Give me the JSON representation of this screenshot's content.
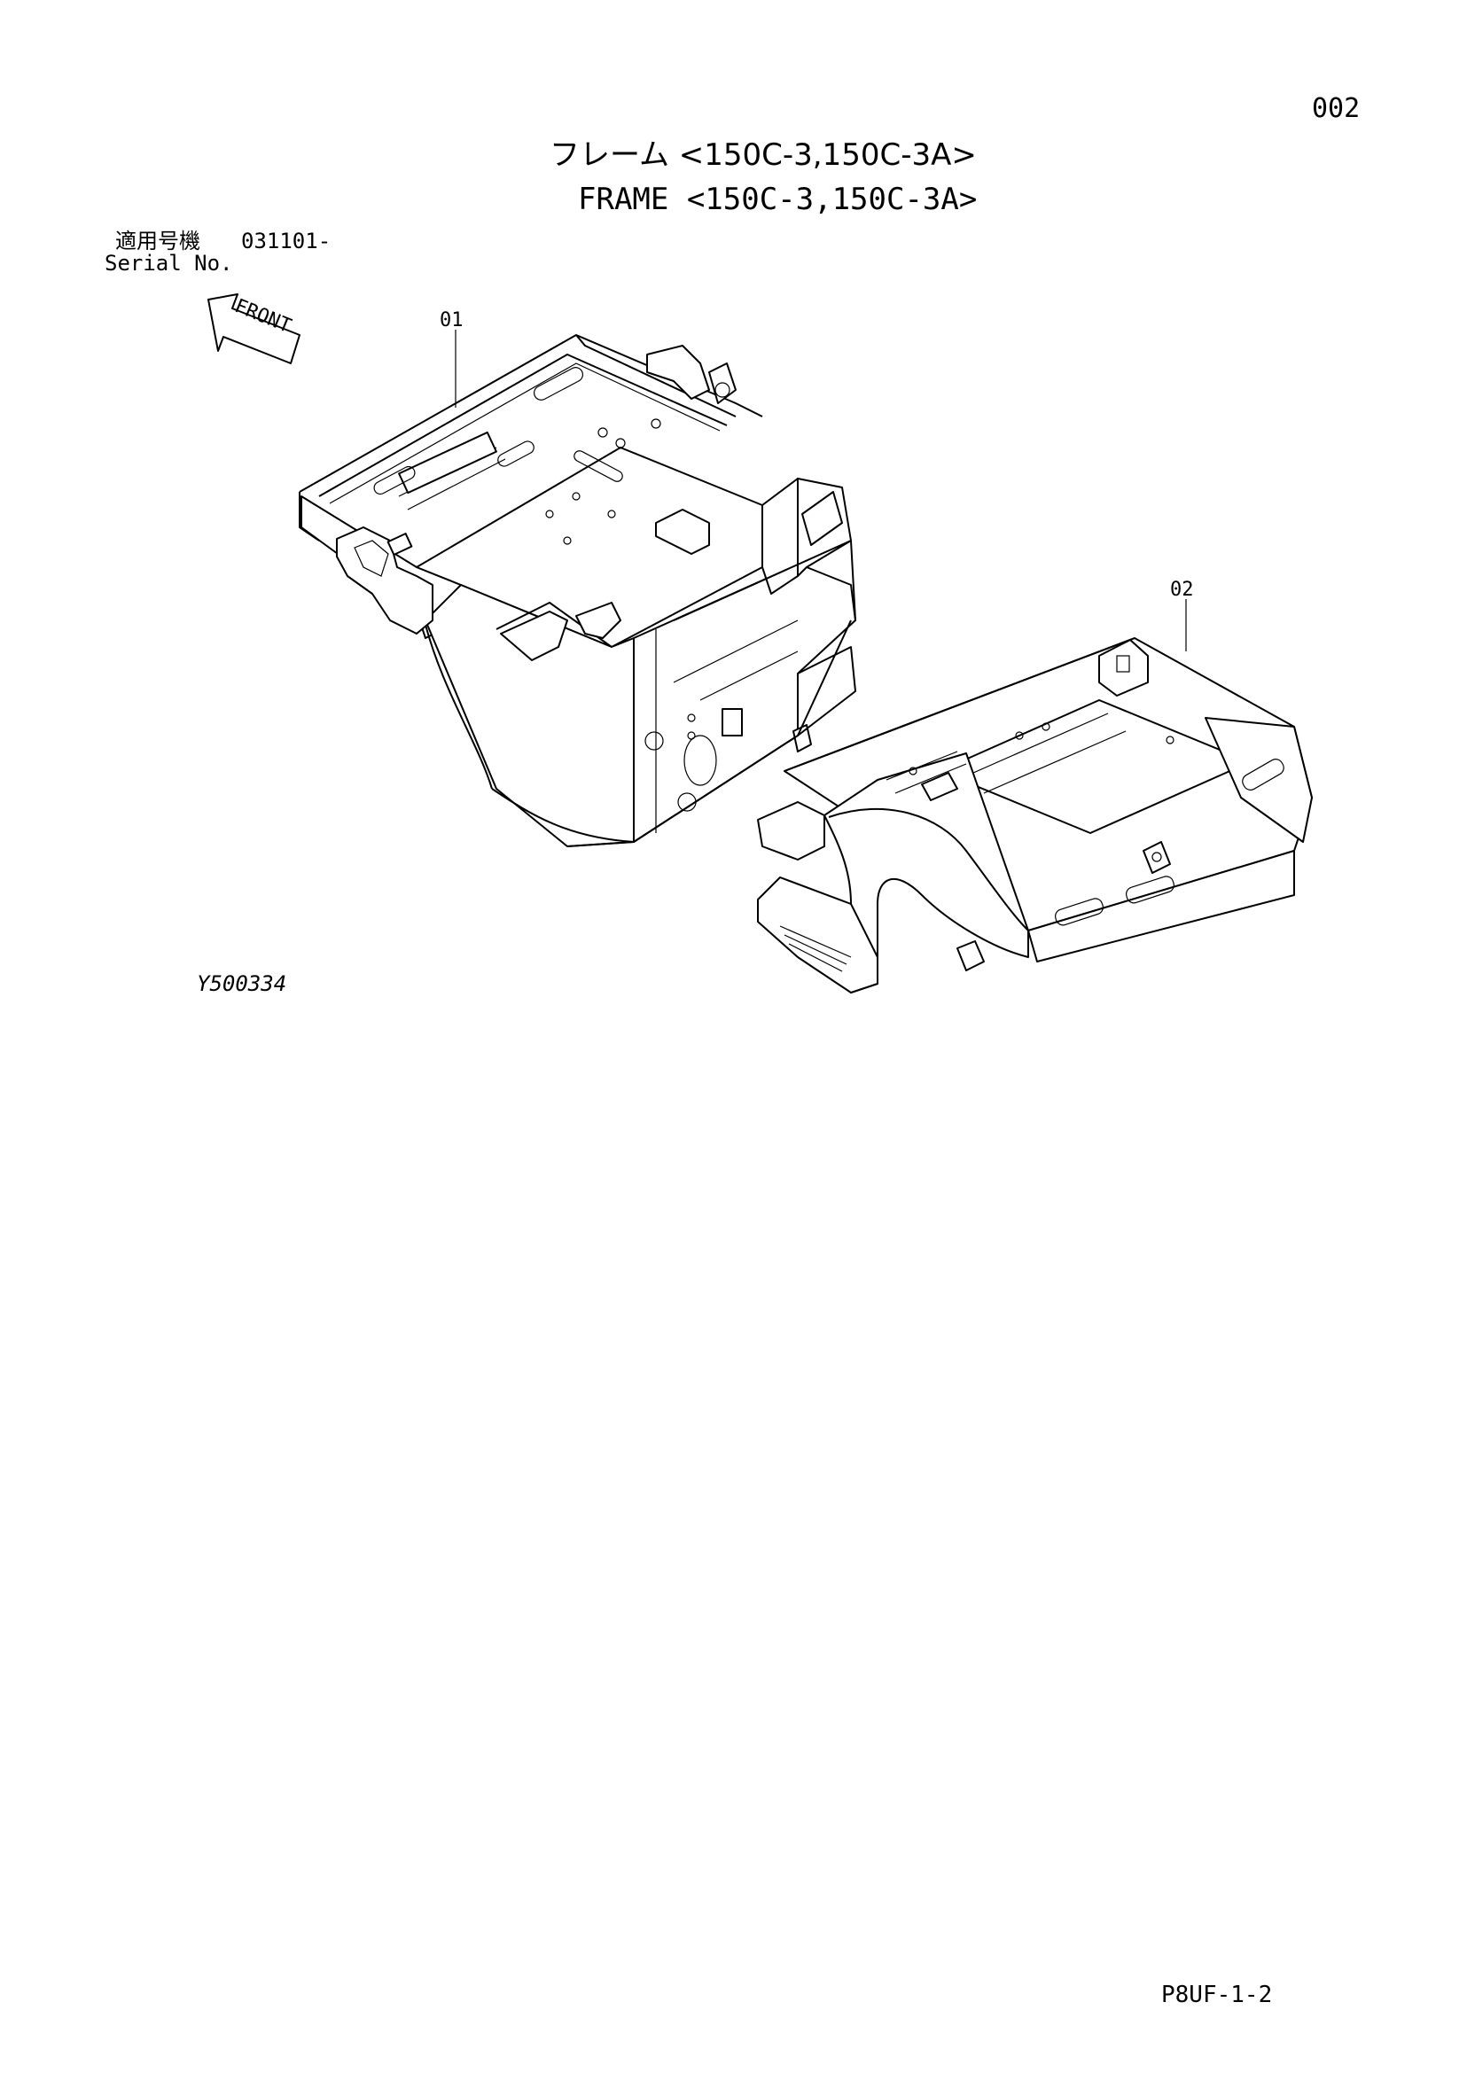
{
  "header": {
    "page_number": "002",
    "title_jp": "フレーム <150C-3,150C-3A>",
    "title_en": "FRAME <150C-3,150C-3A>"
  },
  "serial": {
    "label_jp": "適用号機",
    "value": "031101-",
    "label_en": "Serial No."
  },
  "diagram": {
    "front_arrow_label": "FRONT",
    "callouts": [
      {
        "ref": "01"
      },
      {
        "ref": "02"
      }
    ],
    "figure_id": "Y500334"
  },
  "footer": {
    "sheet_id": "P8UF-1-2"
  }
}
